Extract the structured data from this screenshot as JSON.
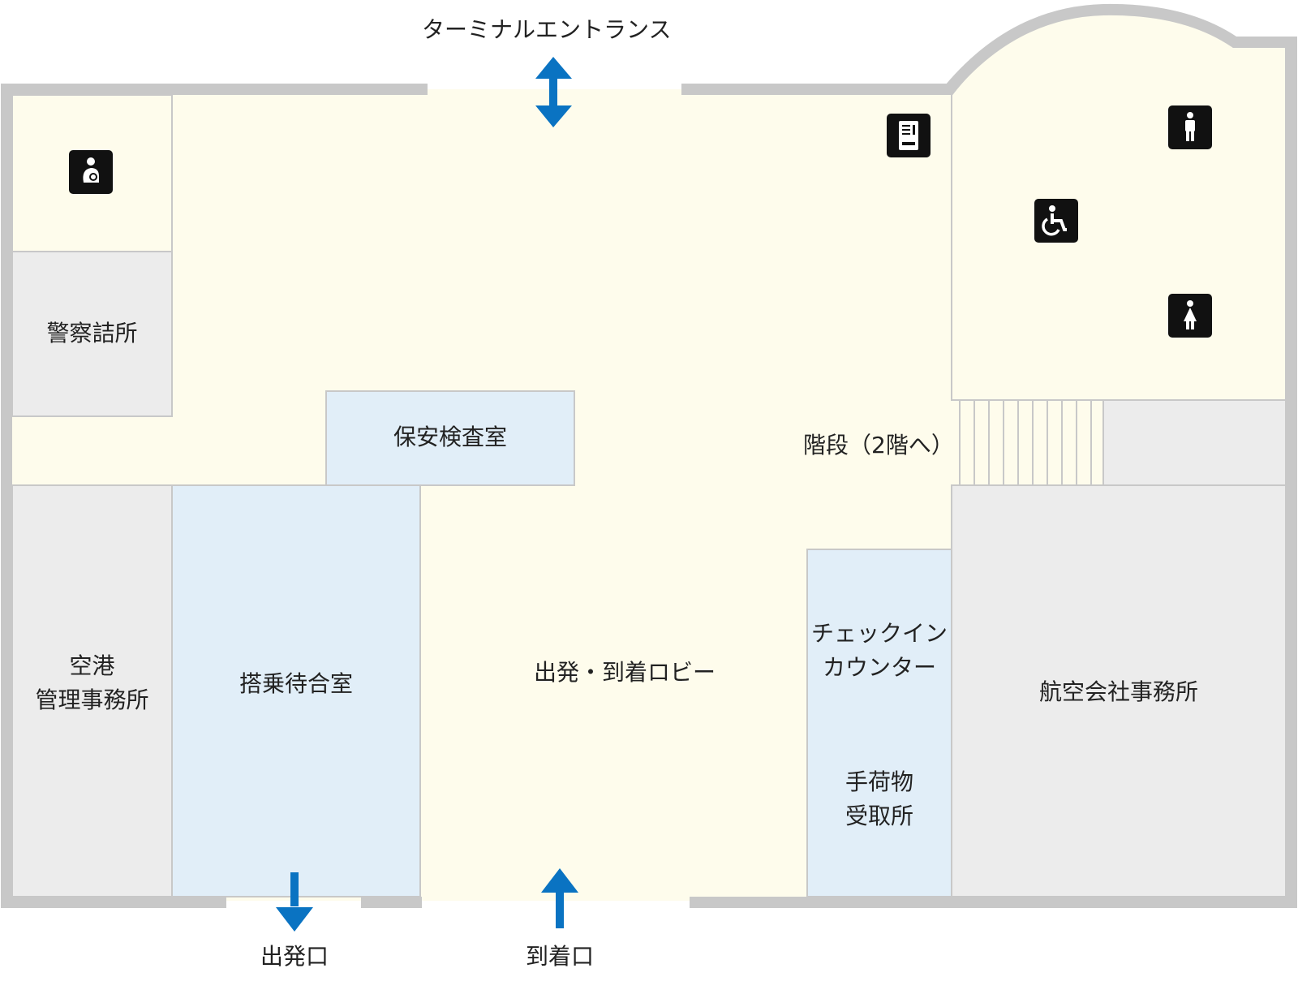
{
  "entrances": {
    "terminal": "ターミナルエントランス",
    "departure": "出発口",
    "arrival": "到着口"
  },
  "rooms": {
    "police": "警察詰所",
    "airport_office_line1": "空港",
    "airport_office_line2": "管理事務所",
    "boarding_lounge": "搭乗待合室",
    "security": "保安検査室",
    "lobby": "出発・到着ロビー",
    "checkin_line1": "チェックイン",
    "checkin_line2": "カウンター",
    "baggage_line1": "手荷物",
    "baggage_line2": "受取所",
    "airline_office": "航空会社事務所",
    "stairs": "階段（2階へ）"
  },
  "icons": {
    "nursing": "nursing-room-icon",
    "vending": "vending-machine-icon",
    "mens_toilet": "mens-toilet-icon",
    "womens_toilet": "womens-toilet-icon",
    "accessible_toilet": "wheelchair-icon"
  },
  "colors": {
    "lobby_fill": "#fefcec",
    "office_fill": "#ececec",
    "blue_room_fill": "#e1eef8",
    "wall": "#c8c8c8",
    "arrow": "#0a73c2",
    "icon_bg": "#111111"
  }
}
